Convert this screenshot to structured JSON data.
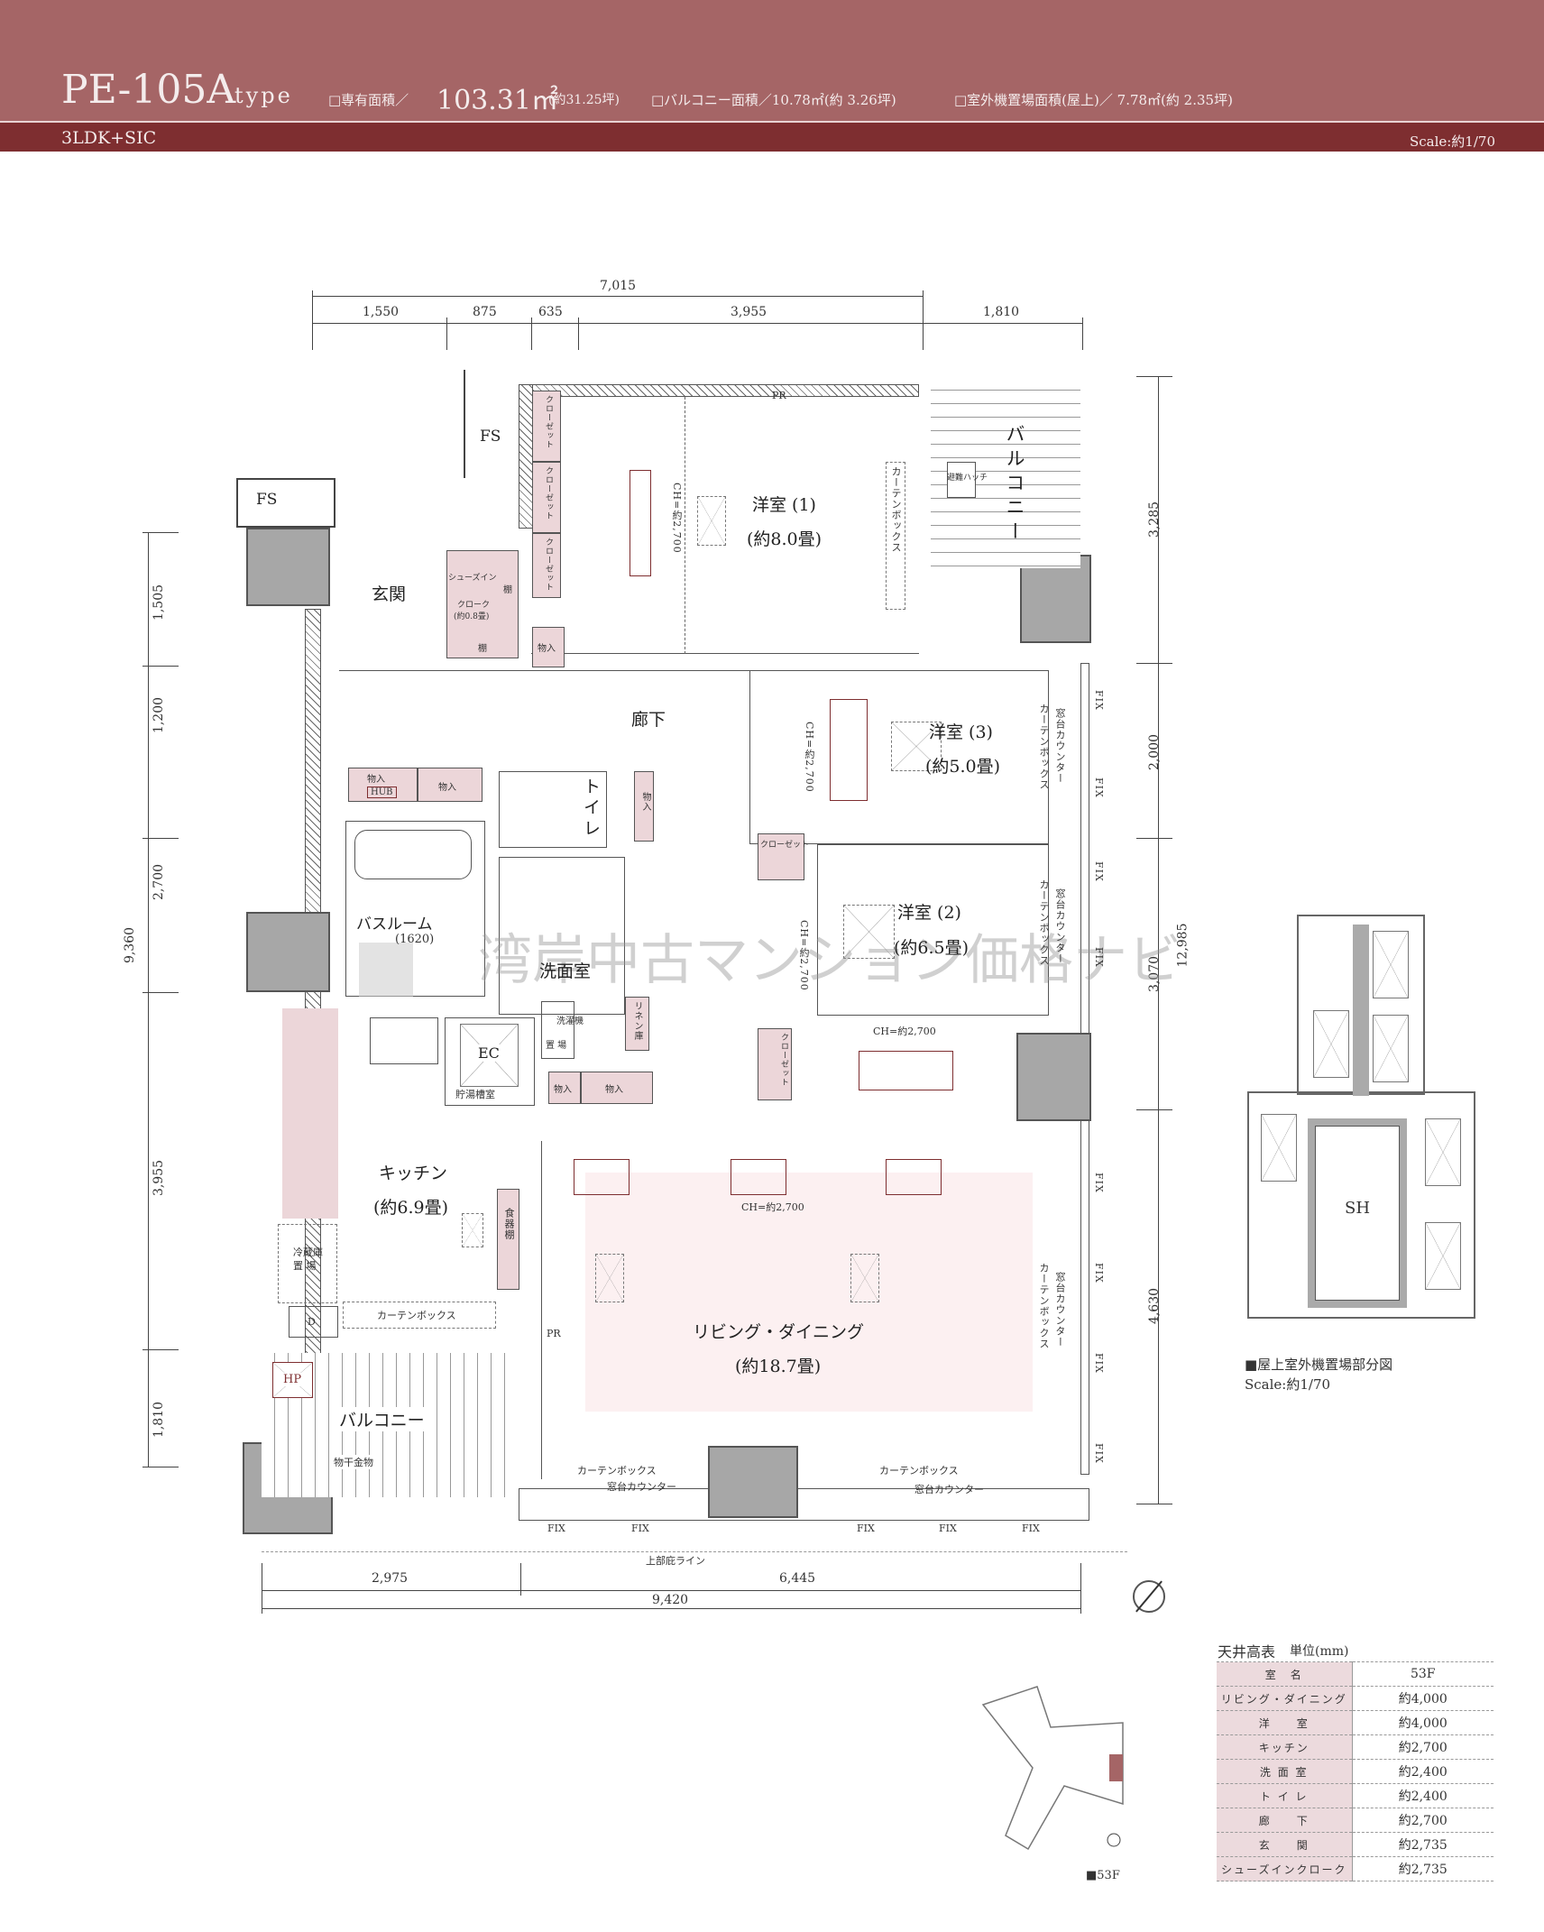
{
  "header": {
    "model": "PE-105A",
    "type": "type",
    "area_label": "□専有面積／",
    "area_value": "103.31㎡",
    "area_tsubo": "(約31.25坪)",
    "balcony": "□バルコニー面積／10.78㎡(約 3.26坪)",
    "outdoor": "□室外機置場面積(屋上)／ 7.78㎡(約 2.35坪)",
    "layout": "3LDK+SIC",
    "scale": "Scale:約1/70"
  },
  "dims": {
    "top_total": "7,015",
    "top": [
      "1,550",
      "875",
      "635",
      "3,955",
      "1,810"
    ],
    "left_total": "9,360",
    "left": [
      "1,505",
      "1,200",
      "2,700",
      "3,955",
      "1,810"
    ],
    "right_total": "12,985",
    "right": [
      "3,285",
      "2,000",
      "3,070",
      "4,630"
    ],
    "bottom": [
      "2,975",
      "6,445"
    ],
    "bottom_total": "9,420"
  },
  "rooms": {
    "western1": "洋室 (1)",
    "western1_size": "(約8.0畳)",
    "western2": "洋室 (2)",
    "western2_size": "(約6.5畳)",
    "western3": "洋室 (3)",
    "western3_size": "(約5.0畳)",
    "hall": "廊下",
    "toilet": "トイレ",
    "entrance": "玄関",
    "bath": "バスルーム",
    "bath_size": "(1620)",
    "washroom": "洗面室",
    "kitchen": "キッチン",
    "kitchen_size": "(約6.9畳)",
    "living": "リビング・ダイニング",
    "living_size": "(約18.7畳)",
    "balcony_top": "バルコニー",
    "balcony_bottom": "バルコニー",
    "fs1": "FS",
    "fs2": "FS",
    "closet": "クローゼット",
    "shoe": "シューズイン",
    "shoe2": "クローク",
    "shoe3": "(約0.8畳)",
    "shelf": "棚",
    "storage": "物入",
    "hub": "HUB",
    "linen": "リネン庫",
    "laundry": "洗濯機",
    "laundry2": "置 場",
    "ec": "EC",
    "tank": "貯湯槽室",
    "fridge": "冷蔵庫",
    "fridge2": "置 場",
    "dishes": "食器棚",
    "hp": "HP",
    "d": "D",
    "dry": "物干金物",
    "hatch": "避難ハッチ",
    "curtain": "カーテンボックス",
    "counter": "窓台カウンター",
    "ch": "CH=約2,700",
    "fix": "FIX",
    "pr": "PR",
    "upper_line": "上部庇ライン"
  },
  "roof": {
    "sh": "SH",
    "caption": "■屋上室外機置場部分図",
    "scale": "Scale:約1/70"
  },
  "keymap": {
    "floor": "■53F"
  },
  "watermark": "湾岸中古マンション価格ナビ",
  "ceiling": {
    "title": "天井高表",
    "unit": "単位(mm)",
    "header": [
      "室　名",
      "53F"
    ],
    "rows": [
      [
        "リビング・ダイニング",
        "約4,000"
      ],
      [
        "洋　　室",
        "約4,000"
      ],
      [
        "キッチン",
        "約2,700"
      ],
      [
        "洗 面 室",
        "約2,400"
      ],
      [
        "ト イ レ",
        "約2,400"
      ],
      [
        "廊　　下",
        "約2,700"
      ],
      [
        "玄　　関",
        "約2,735"
      ],
      [
        "シューズインクローク",
        "約2,735"
      ]
    ]
  }
}
